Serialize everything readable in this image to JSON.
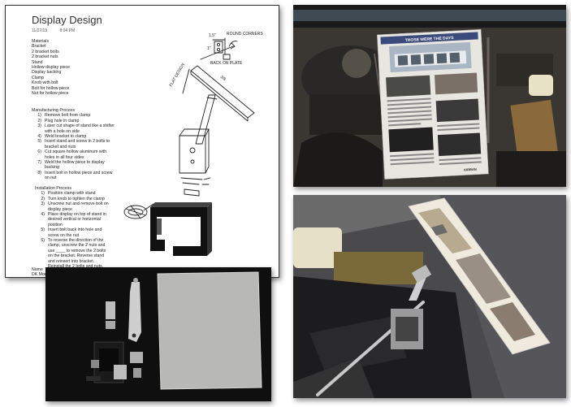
{
  "document": {
    "title": "Display Design",
    "date": "11/27/19",
    "time": "8:04 PM",
    "materials_heading": "Materials",
    "materials": [
      "Bracket",
      "2 bracket bolts",
      "2 bracket nuts",
      "Stand",
      "Hollow display piece",
      "Display backing",
      "Clamp",
      "Knob with bolt",
      "Bolt for hollow piece",
      "Nut for hollow piece"
    ],
    "manufacturing_heading": "Manufacturing Process",
    "manufacturing_steps": [
      {
        "n": "1)",
        "lines": [
          "Remove bolt from clamp"
        ]
      },
      {
        "n": "2)",
        "lines": [
          "Plug hole in clamp"
        ]
      },
      {
        "n": "3)",
        "lines": [
          "Laser cut shape of stand like a shifter",
          "with a hole on side"
        ]
      },
      {
        "n": "4)",
        "lines": [
          "Weld bracket to clamp"
        ]
      },
      {
        "n": "5)",
        "lines": [
          "Insert stand and screw in 2 bolts to",
          "bracket and nuts"
        ]
      },
      {
        "n": "6)",
        "lines": [
          "Cut square hollow aluminum with",
          "holes in all four sides"
        ]
      },
      {
        "n": "7)",
        "lines": [
          "Weld the hollow piece to display",
          "backing"
        ]
      },
      {
        "n": "8)",
        "lines": [
          "Insert bolt in hollow piece and screw",
          "on nut"
        ]
      }
    ],
    "installation_heading": "Installation Process",
    "installation_steps": [
      {
        "n": "1)",
        "lines": [
          "Position clamp with stand"
        ]
      },
      {
        "n": "2)",
        "lines": [
          "Turn knob to tighten the clamp"
        ]
      },
      {
        "n": "3)",
        "lines": [
          "Unscrew nut and remove bolt on",
          "display piece"
        ]
      },
      {
        "n": "4)",
        "lines": [
          "Place display on top of stand in",
          "desired vertical or horizontal",
          "position"
        ]
      },
      {
        "n": "5)",
        "lines": [
          "Insert bolt back into hole and",
          "screw on the nut"
        ]
      },
      {
        "n": "6)",
        "lines": [
          "To reverse the direction of the",
          "clamp, unscrew the 2 nuts and",
          "use ____ to remove the 2 bolts",
          "on the bracket. Reverse stand",
          "and reinsert into bracket.",
          "Reinstall the 2 bolts and nuts."
        ]
      }
    ],
    "name_label": "Name",
    "name_value": "DK Model XS",
    "sketch_labels": {
      "round_corners": "ROUND CORNERS",
      "back_on_plate": "BACK ON PLATE",
      "dim_top": "1.5\"",
      "dim_side": "1\"",
      "flat_design": "FLAT DESIGN",
      "arrow_label": "3/8"
    }
  },
  "photos": {
    "engine_sign_title": "THOSE WERE THE DAYS",
    "engine_sign_footer": "KIRBAN",
    "colors": {
      "engine_bg": "#3a3632",
      "parts_bg": "#0f0f0f",
      "asphalt": "#4a4a4c",
      "aluminum": "#b8b8b6"
    }
  }
}
